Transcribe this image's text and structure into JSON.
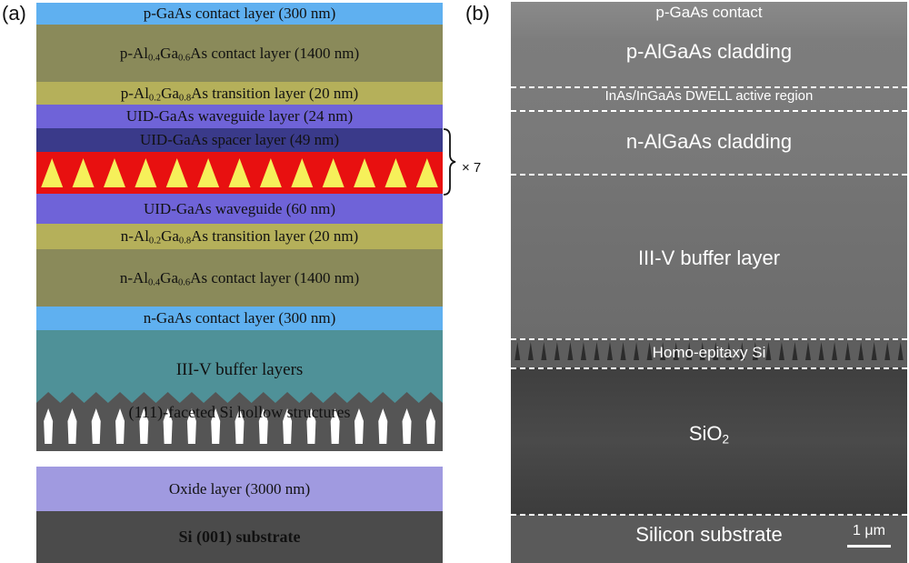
{
  "panels": {
    "a_label": "(a)",
    "b_label": "(b)"
  },
  "panel_a": {
    "layers": {
      "p_gaas_contact": "p-GaAs contact layer (300 nm)",
      "p_algaas_contact": {
        "pre": "p-Al",
        "x1": "0.4",
        "mid": "Ga",
        "x2": "0.6",
        "post": "As contact layer (1400 nm)"
      },
      "p_algaas_transition": {
        "pre": "p-Al",
        "x1": "0.2",
        "mid": "Ga",
        "x2": "0.8",
        "post": "As transition layer (20 nm)"
      },
      "uid_waveguide_top": "UID-GaAs waveguide layer (24 nm)",
      "uid_spacer": "UID-GaAs spacer layer (49 nm)",
      "uid_waveguide_bottom": "UID-GaAs waveguide (60 nm)",
      "n_algaas_transition": {
        "pre": "n-Al",
        "x1": "0.2",
        "mid": "Ga",
        "x2": "0.8",
        "post": "As transition layer (20 nm)"
      },
      "n_algaas_contact": {
        "pre": "n-Al",
        "x1": "0.4",
        "mid": "Ga",
        "x2": "0.6",
        "post": "As contact layer (1400 nm)"
      },
      "n_gaas_contact": "n-GaAs contact layer (300 nm)",
      "buffer": "III-V buffer layers",
      "hollow": "(111)-faceted Si hollow structures",
      "oxide": "Oxide layer (3000 nm)",
      "substrate": "Si (001) substrate"
    },
    "repeat_label": "× 7",
    "colors": {
      "p_contact": "#5fb0f0",
      "algaas_contact": "#8a8a5a",
      "transition": "#b5b05a",
      "waveguide": "#6f63d8",
      "spacer": "#3a3a8a",
      "qd_band": "#e81010",
      "qd": "#f6f05a",
      "buffer": "#4f9198",
      "hollow": "#555555",
      "oxide": "#a09ae0",
      "substrate": "#4b4b4b"
    }
  },
  "panel_b": {
    "labels": {
      "p_contact": "p-GaAs contact",
      "p_cladding": "p-AlGaAs cladding",
      "active": "InAs/InGaAs DWELL active region",
      "n_cladding": "n-AlGaAs cladding",
      "buffer": "III-V buffer layer",
      "homo": "Homo-epitaxy Si",
      "sio2_base": "SiO",
      "sio2_sub": "2",
      "substrate": "Silicon substrate"
    },
    "scale_bar": "1 μm"
  }
}
